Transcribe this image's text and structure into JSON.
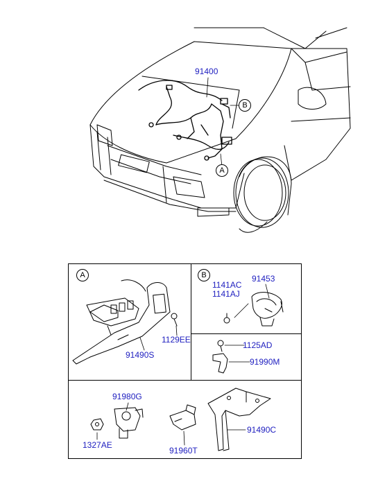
{
  "vehicle": {
    "harness_label": "91400",
    "callout_a": "A",
    "callout_b": "B"
  },
  "panel_a": {
    "callout": "A",
    "labels": {
      "p91490s": "91490S",
      "p1129ee": "1129EE"
    }
  },
  "panel_b": {
    "callout": "B",
    "labels": {
      "p1141ac": "1141AC",
      "p1141aj": "1141AJ",
      "p91453": "91453"
    }
  },
  "panel_c": {
    "labels": {
      "p1125ad": "1125AD",
      "p91990m": "91990M"
    }
  },
  "panel_d": {
    "labels": {
      "p91980g": "91980G",
      "p1327ae": "1327AE",
      "p91960t": "91960T",
      "p91490c": "91490C"
    }
  },
  "colors": {
    "line": "#000000",
    "label": "#2020c0",
    "background": "#ffffff"
  }
}
